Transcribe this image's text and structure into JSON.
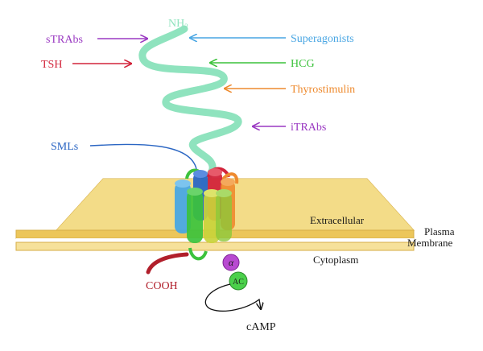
{
  "labels": {
    "nh2": "NH",
    "nh2_sub": "2",
    "strabs": "sTRAbs",
    "tsh": "TSH",
    "superagonists": "Superagonists",
    "hcg": "HCG",
    "thyrostimulin": "Thyrostimulin",
    "itrabs": "iTRAbs",
    "smls": "SMLs",
    "extracellular": "Extracellular",
    "plasma": "Plasma",
    "membrane": "Membrane",
    "cytoplasm": "Cytoplasm",
    "cooh": "COOH",
    "alpha": "α",
    "ac": "AC",
    "camp": "cAMP"
  },
  "colors": {
    "purple": "#9a39c2",
    "red": "#d2233a",
    "sky": "#49a6e3",
    "green": "#3cc23c",
    "orange": "#ee8a2e",
    "blue": "#2b66c3",
    "mint": "#8fe3be",
    "cooh": "#b11f2b",
    "membrane": "#f3dc86",
    "membrane_edge": "#d6ad45"
  }
}
